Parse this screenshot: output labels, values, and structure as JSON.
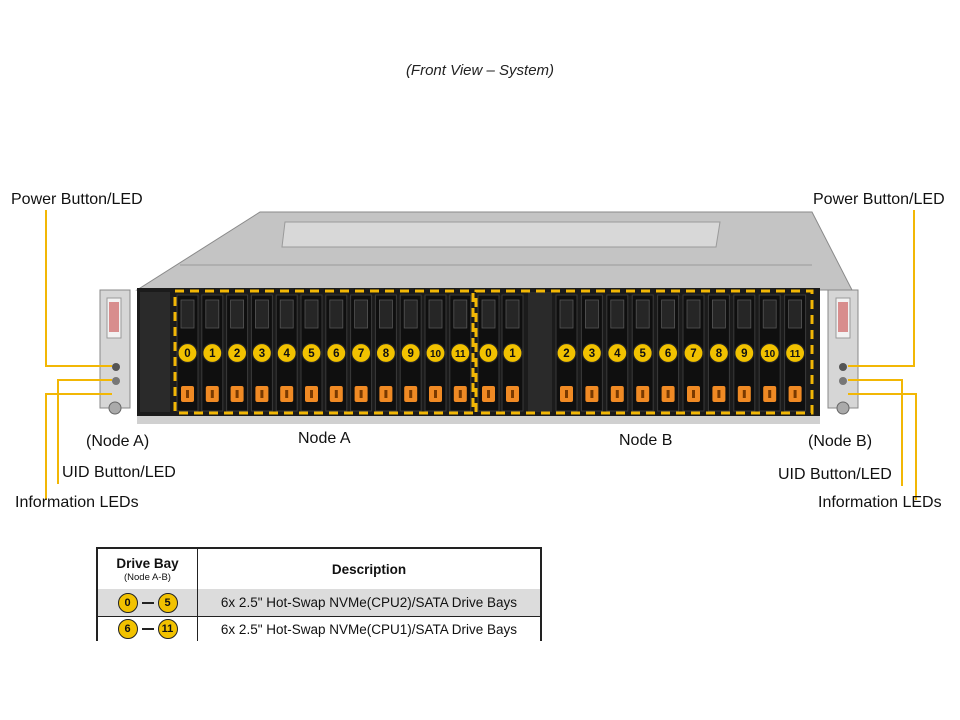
{
  "caption": "(Front View – System)",
  "left_labels": {
    "power": "Power Button/LED",
    "node": "(Node A)",
    "uid": "UID Button/LED",
    "info": "Information LEDs"
  },
  "right_labels": {
    "power": "Power Button/LED",
    "node": "(Node B)",
    "uid": "UID Button/LED",
    "info": "Information LEDs"
  },
  "node_a_label": "Node A",
  "node_b_label": "Node B",
  "bays_node_a": [
    "0",
    "1",
    "2",
    "3",
    "4",
    "5",
    "6",
    "7",
    "8",
    "9",
    "10",
    "11"
  ],
  "bays_node_b": [
    "0",
    "1",
    "2",
    "3",
    "4",
    "5",
    "6",
    "7",
    "8",
    "9",
    "10",
    "11"
  ],
  "legend": {
    "header_bay": "Drive Bay",
    "header_bay_sub": "(Node A-B)",
    "header_desc": "Description",
    "rows": [
      {
        "from": "0",
        "to": "5",
        "desc": "6x 2.5\" Hot-Swap NVMe(CPU2)/SATA Drive Bays"
      },
      {
        "from": "6",
        "to": "11",
        "desc": "6x 2.5\" Hot-Swap NVMe(CPU1)/SATA Drive Bays"
      }
    ]
  },
  "colors": {
    "callout": "#f2b705",
    "badge": "#f2c200",
    "drive_tab": "#f08a24",
    "chassis": "#1b1b1b",
    "chassis_top": "#c9c9c9"
  }
}
